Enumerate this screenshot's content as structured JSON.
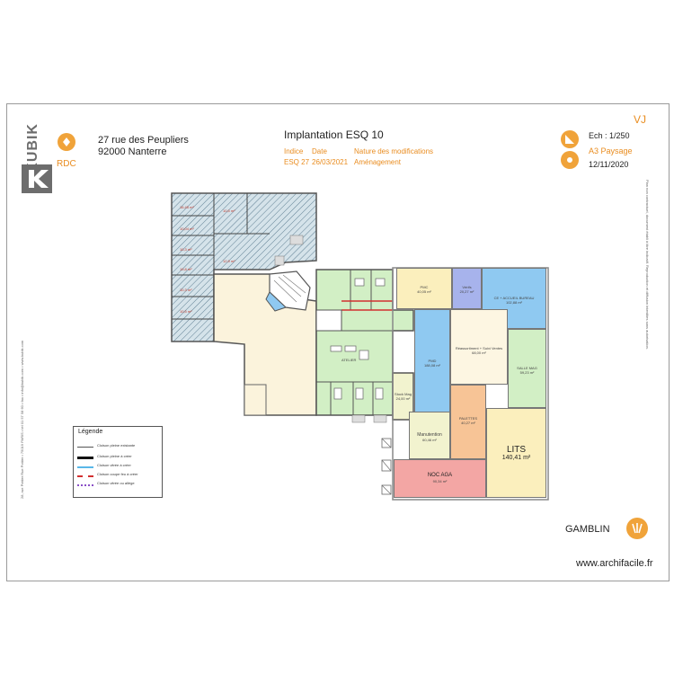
{
  "header": {
    "brand": "KUBIK",
    "address_line1": "27 rue des Peupliers",
    "address_line2": "92000 Nanterre",
    "level": "RDC",
    "title": "Implantation   ESQ 10",
    "col_indice": "Indice",
    "col_date": "Date",
    "col_nature": "Nature des modifications",
    "row_indice": "ESQ 27",
    "row_date": "26/03/2021",
    "row_nature": "Aménagement",
    "initials": "VJ",
    "scale": "Ech : 1/250",
    "format": "A3  Paysage",
    "date": "12/11/2020",
    "client": "GAMBLIN"
  },
  "side_text_left": "28, rue Pottier Rue Pottier • 75019 PARIS • tél 01 57 58 60 • fax • info@kubik.com • www.kubik.com",
  "side_text_right": "Plan non contractuel, document établi à titre indicatif. Reproduction et diffusion interdites sans autorisation.",
  "legend": {
    "title": "Légende",
    "items": [
      {
        "label": "Cloison pleine existante",
        "color": "#555555"
      },
      {
        "label": "Cloison pleine à créer",
        "color": "#111111"
      },
      {
        "label": "Cloison vitrée à créer",
        "color": "#59b7e8"
      },
      {
        "label": "Cloison coupe feu à créer",
        "color": "#d23030"
      },
      {
        "label": "Cloison vitrée ou allège",
        "color": "#8a4fc7"
      }
    ]
  },
  "rooms": {
    "pmc": {
      "name": "PMC",
      "area": "40,05 m²"
    },
    "dark": {
      "name": "Vérifs",
      "area": "20,27 m²"
    },
    "ce_bureau": {
      "name": "CE + ACCUEIL BUREAU",
      "area": "102,88 m²"
    },
    "pmd": {
      "name": "PMD",
      "area": "188,08 m²"
    },
    "preparation": {
      "name": "Réassortiment + Suivi Ventes",
      "area": "68,00 m²"
    },
    "sales": {
      "name": "SALLE MAG",
      "area": "59,23 m²"
    },
    "manutention": {
      "name": "Manutention",
      "area": "60,46 m²"
    },
    "palettes": {
      "name": "PALETTES",
      "area": "40,27 m²"
    },
    "lits": {
      "name": "LITS",
      "area": "140,41 m²"
    },
    "nouveau": {
      "name": "NOC AGA",
      "area": "90,34 m²"
    },
    "atelier": {
      "name": "ATELIER",
      "area": ""
    },
    "stock_mag": {
      "name": "Stock Mag",
      "area": "24,00 m²"
    },
    "hatched": [
      {
        "area": "16,45 m²"
      },
      {
        "area": "10,04 m²"
      },
      {
        "area": "10,3 m²"
      },
      {
        "area": "19,8 m²"
      },
      {
        "area": "10,3 m²"
      },
      {
        "area": "10,5 m²"
      },
      {
        "area": "10,5 m²"
      },
      {
        "area": "12,9 m²"
      }
    ]
  },
  "watermark": "www.archifacile.fr",
  "colors": {
    "orange": "#f0a33a",
    "yellow": "#fbefbd",
    "purple": "#a7b3ec",
    "blue": "#8fc9f1",
    "cream": "#fdf6e2",
    "green": "#d2efc5",
    "peach": "#f7c496",
    "pale_yellow": "#f2f3cf",
    "red": "#f3a6a4",
    "hatch_fill": "#c9d9e3"
  }
}
